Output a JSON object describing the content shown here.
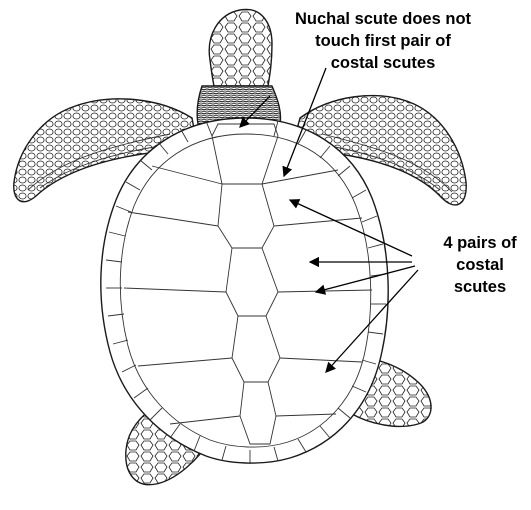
{
  "annotations": {
    "nuchal_lines": [
      "Nuchal scute does not",
      "touch first pair of",
      "costal scutes"
    ],
    "costal_lines": [
      "4 pairs of",
      "costal",
      "scutes"
    ]
  },
  "colors": {
    "ink": "#1a1a1a",
    "background": "#ffffff"
  }
}
